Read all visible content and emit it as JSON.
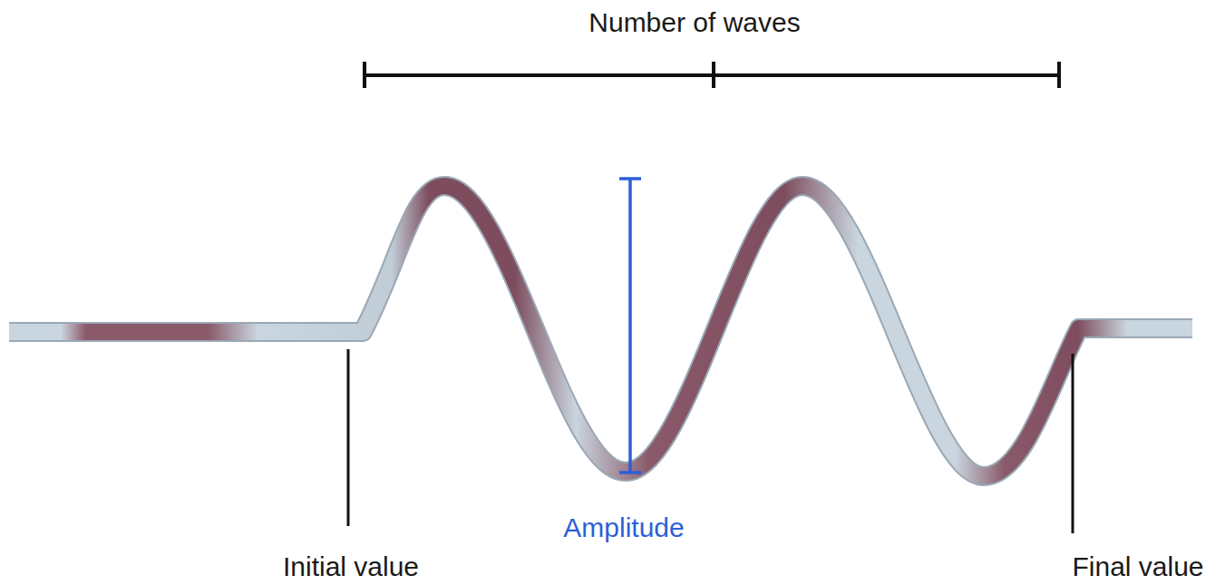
{
  "diagram": {
    "labels": [
      "Number of waves",
      "Amplitude",
      "Initial value",
      "Final value"
    ]
  }
}
